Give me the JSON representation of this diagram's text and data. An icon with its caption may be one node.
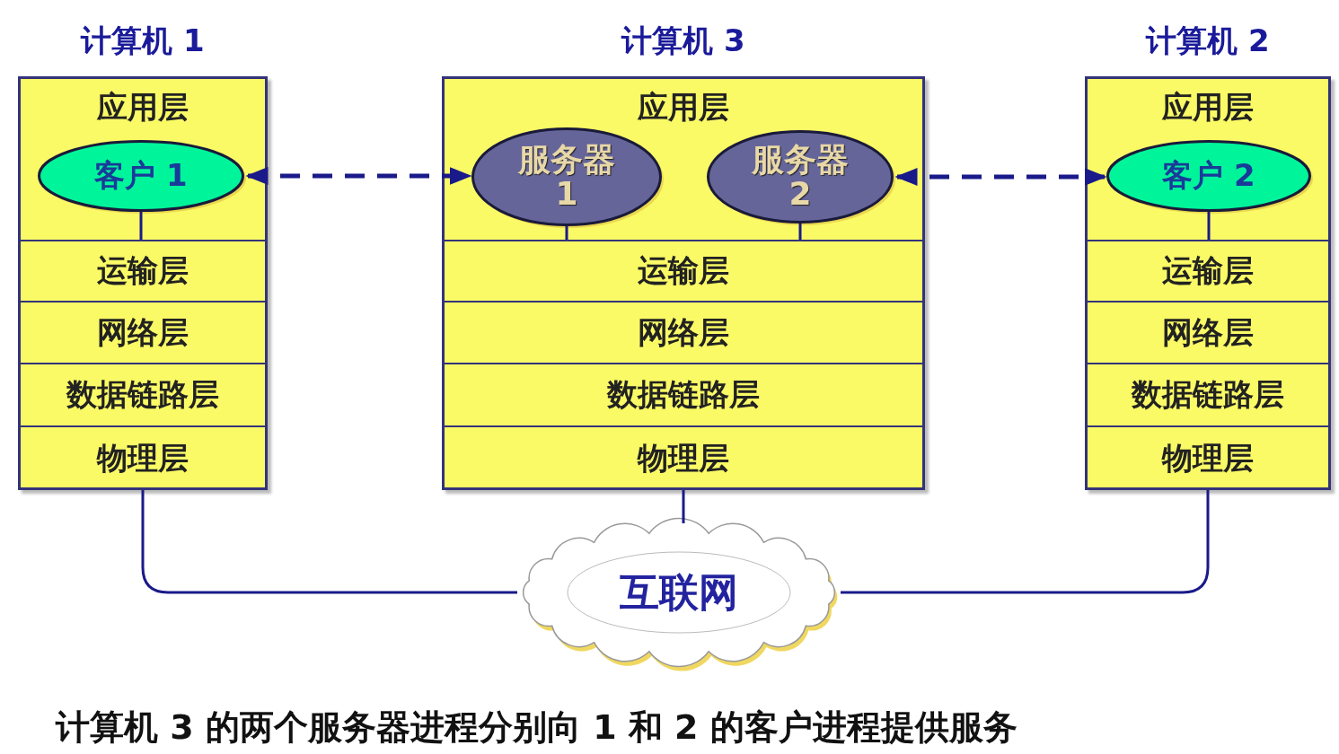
{
  "diagram": {
    "caption": "计算机 3 的两个服务器进程分别向 1 和 2 的客户进程提供服务",
    "nodes": [
      {
        "text": [
          "计算机 1"
        ]
      },
      {
        "text": [
          "应用层"
        ],
        "in": 0
      },
      {
        "text": [
          "客户 1"
        ],
        "in": 1
      },
      {
        "text": [
          "运输层"
        ],
        "in": 0
      },
      {
        "text": [
          "网络层"
        ],
        "in": 0
      },
      {
        "text": [
          "数据链路层"
        ],
        "in": 0
      },
      {
        "text": [
          "物理层"
        ],
        "in": 0
      },
      {
        "text": [
          "计算机 3"
        ]
      },
      {
        "text": [
          "应用层"
        ],
        "in": 7
      },
      {
        "text": [
          "服务器 1"
        ],
        "in": 8
      },
      {
        "text": [
          "服务器 2"
        ],
        "in": 8
      },
      {
        "text": [
          "运输层"
        ],
        "in": 7
      },
      {
        "text": [
          "网络层"
        ],
        "in": 7
      },
      {
        "text": [
          "数据链路层"
        ],
        "in": 7
      },
      {
        "text": [
          "物理层"
        ],
        "in": 7
      },
      {
        "text": [
          "计算机 2"
        ]
      },
      {
        "text": [
          "应用层"
        ],
        "in": 15
      },
      {
        "text": [
          "客户 2"
        ],
        "in": 16
      },
      {
        "text": [
          "运输层"
        ],
        "in": 15
      },
      {
        "text": [
          "网络层"
        ],
        "in": 15
      },
      {
        "text": [
          "数据链路层"
        ],
        "in": 15
      },
      {
        "text": [
          "物理层"
        ],
        "in": 15
      },
      {
        "text": [
          "互联网"
        ]
      }
    ],
    "edges": [
      {
        "from": 2,
        "to": 9,
        "arrow": "both",
        "style": "dashed"
      },
      {
        "from": 10,
        "to": 17,
        "arrow": "both",
        "style": "dashed"
      },
      {
        "from": 2,
        "to": 3,
        "arrow": "none"
      },
      {
        "from": 9,
        "to": 11,
        "arrow": "none"
      },
      {
        "from": 10,
        "to": 11,
        "arrow": "none"
      },
      {
        "from": 17,
        "to": 18,
        "arrow": "none"
      },
      {
        "from": 6,
        "to": 22,
        "arrow": "none"
      },
      {
        "from": 14,
        "to": 22,
        "arrow": "none"
      },
      {
        "from": 21,
        "to": 22,
        "arrow": "none"
      }
    ]
  }
}
